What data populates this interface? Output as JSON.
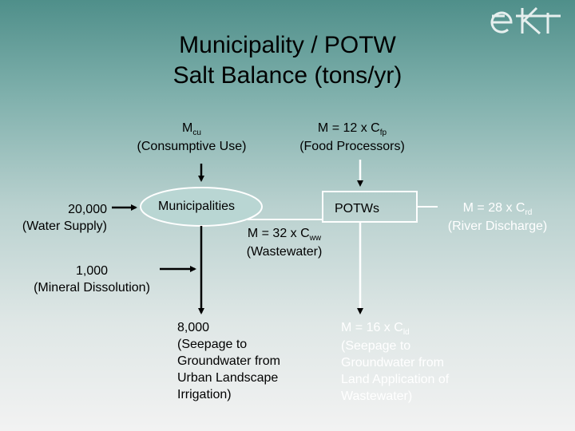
{
  "title_line1": "Municipality / POTW",
  "title_line2": "Salt Balance (tons/yr)",
  "logo_text": "eki",
  "nodes": {
    "municipalities": "Municipalities",
    "potws": "POTWs"
  },
  "flows": {
    "consumptive": {
      "m": "M",
      "sub": "cu",
      "desc": "(Consumptive Use)"
    },
    "food": {
      "m": "M = 12 x C",
      "sub": "fp",
      "desc": "(Food Processors)"
    },
    "water_supply": {
      "value": "20,000",
      "desc": "(Water Supply)"
    },
    "mineral": {
      "value": "1,000",
      "desc": "(Mineral Dissolution)"
    },
    "wastewater": {
      "m": "M = 32 x C",
      "sub": "ww",
      "desc": "(Wastewater)"
    },
    "river": {
      "m": "M = 28 x C",
      "sub": "rd",
      "desc": "(River Discharge)"
    },
    "seepage_urban": {
      "value": "8,000",
      "lines": [
        "(Seepage to",
        "Groundwater from",
        "Urban Landscape",
        "Irrigation)"
      ]
    },
    "seepage_land": {
      "m": "M = 16 x C",
      "sub": "ld",
      "lines": [
        "(Seepage to",
        "Groundwater from",
        "Land Application of",
        "Wastewater)"
      ]
    }
  },
  "colors": {
    "arrow": "#000000",
    "node_fill": "#b9d6d3",
    "white_text": "#ffffff"
  }
}
